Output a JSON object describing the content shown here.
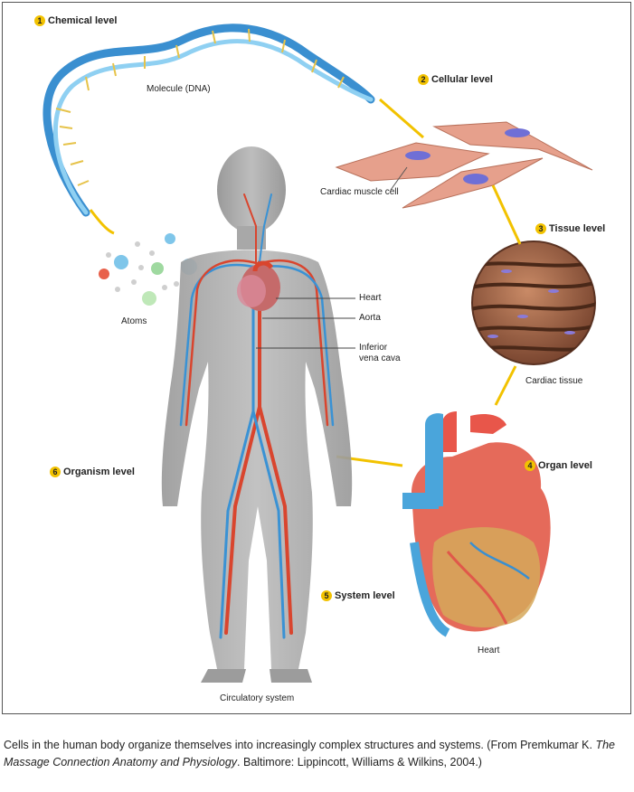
{
  "levels": {
    "chemical": {
      "num": "1",
      "text": "Chemical level"
    },
    "cellular": {
      "num": "2",
      "text": "Cellular level"
    },
    "tissue": {
      "num": "3",
      "text": "Tissue level"
    },
    "organ": {
      "num": "4",
      "text": "Organ level"
    },
    "system": {
      "num": "5",
      "text": "System level"
    },
    "organism": {
      "num": "6",
      "text": "Organism level"
    }
  },
  "labels": {
    "molecule": "Molecule (DNA)",
    "atoms": "Atoms",
    "cardiac_cell": "Cardiac muscle cell",
    "cardiac_tissue": "Cardiac tissue",
    "heart_organ": "Heart",
    "circulatory": "Circulatory system",
    "body_heart": "Heart",
    "body_aorta": "Aorta",
    "body_ivc_1": "Inferior",
    "body_ivc_2": "vena cava"
  },
  "caption": {
    "text1": "Cells in the human body organize themselves into increasingly complex structures and systems. (From Premkumar K. ",
    "title": "The Massage Connection Anatomy and Physiology",
    "text2": ". Baltimore: Lippincott, Williams & Wilkins, 2004.)"
  }
}
